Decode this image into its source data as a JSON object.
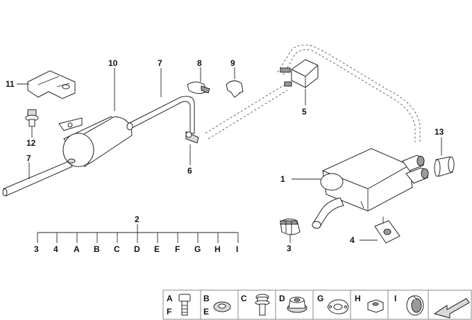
{
  "callouts": {
    "n1": "1",
    "n2": "2",
    "n3": "3",
    "n4": "4",
    "n5": "5",
    "n6": "6",
    "n7a": "7",
    "n7b": "7",
    "n8": "8",
    "n9": "9",
    "n10": "10",
    "n11": "11",
    "n12": "12",
    "n13": "13"
  },
  "bracket_labels": [
    "3",
    "4",
    "A",
    "B",
    "C",
    "D",
    "E",
    "F",
    "G",
    "H",
    "I"
  ],
  "legend": {
    "af_top": "A",
    "af_bottom": "F",
    "be_top": "B",
    "be_bottom": "E",
    "c": "C",
    "d": "D",
    "g": "G",
    "h": "H",
    "i": "I"
  },
  "colors": {
    "line": "#222222",
    "fill_light": "#d9d9d9",
    "fill_dark": "#9a9a9a"
  }
}
